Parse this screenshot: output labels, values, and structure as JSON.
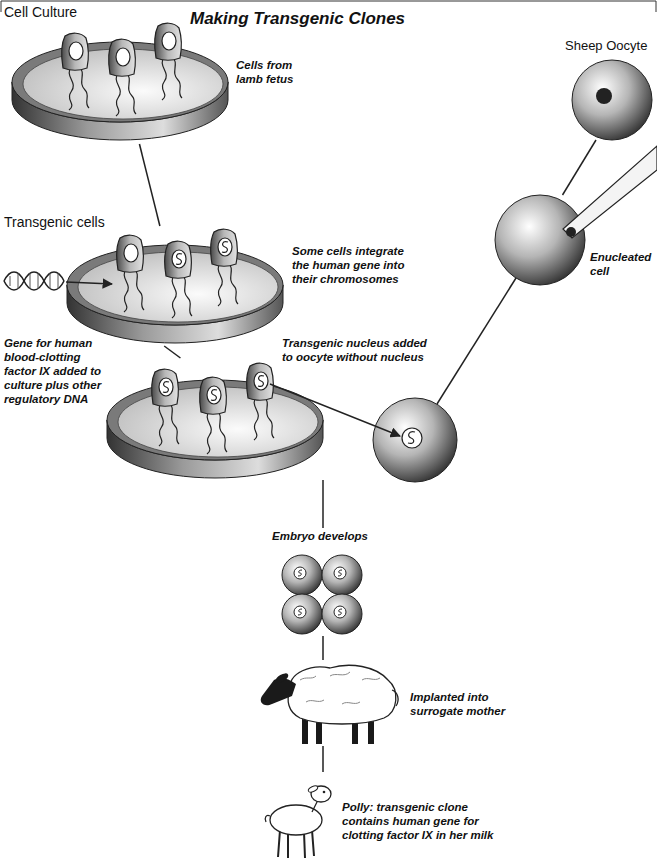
{
  "diagram": {
    "title": "Making Transgenic Clones",
    "nodes": [
      {
        "text": [
          "Cell Culture",
          "Cells from lamb fetus"
        ]
      },
      {
        "text": [
          "Transgenic cells",
          "Some cells integrate the human gene into their chromosomes"
        ]
      },
      {
        "text": [
          "Transgenic nucleus added to oocyte without nucleus"
        ]
      },
      {
        "text": [
          "Sheep Oocyte"
        ]
      },
      {
        "text": [
          "Enucleated cell"
        ]
      },
      {
        "text": [
          "Embryo develops"
        ]
      },
      {
        "text": [
          "Implanted into surrogate mother"
        ]
      },
      {
        "text": [
          "Polly: transgenic clone contains human gene for clotting factor IX in her milk"
        ]
      }
    ],
    "edges": [
      {
        "from": 0,
        "to": 1,
        "arrow": "none"
      },
      {
        "from": 1,
        "to": 2,
        "arrow": "none"
      },
      {
        "from": 3,
        "to": 4,
        "arrow": "none"
      },
      {
        "from": 2,
        "to": 5,
        "arrow": "none"
      },
      {
        "from": 5,
        "to": 6,
        "arrow": "none"
      },
      {
        "from": 6,
        "to": 7,
        "arrow": "none"
      }
    ],
    "labels": [
      "Gene for human blood-clotting factor IX added to culture plus other regulatory DNA"
    ]
  }
}
